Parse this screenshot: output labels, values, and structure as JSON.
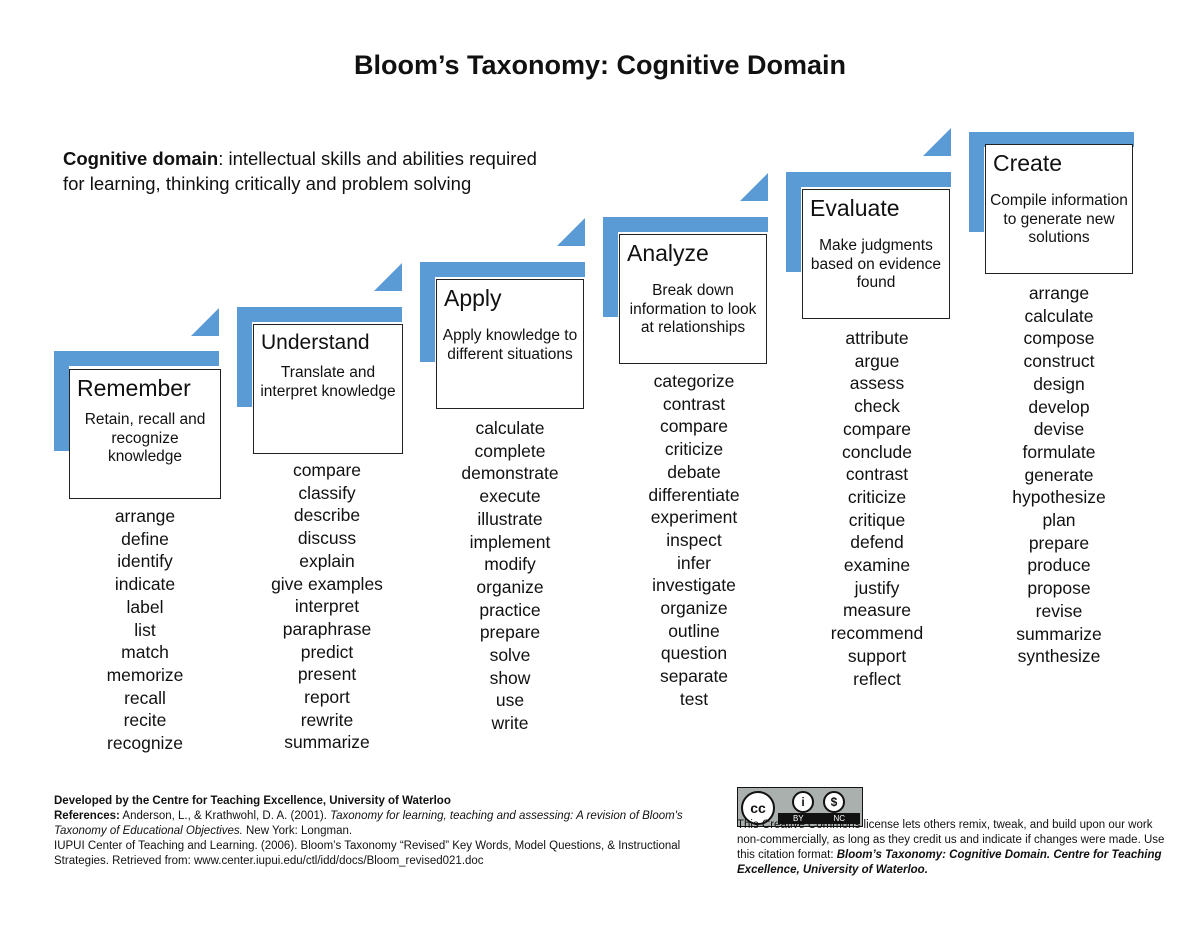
{
  "title": "Bloom’s Taxonomy: Cognitive Domain",
  "intro": {
    "term": "Cognitive domain",
    "text": ": intellectual skills and abilities required for learning, thinking critically and problem solving"
  },
  "colors": {
    "accent": "#5b9bd5",
    "box_border": "#222222",
    "text": "#111111"
  },
  "levels": [
    {
      "name": "Remember",
      "description": "Retain, recall and recognize knowledge",
      "verbs": [
        "arrange",
        "define",
        "identify",
        "indicate",
        "label",
        "list",
        "match",
        "memorize",
        "recall",
        "recite",
        "recognize"
      ]
    },
    {
      "name": "Understand",
      "description": "Translate and interpret knowledge",
      "verbs": [
        "compare",
        "classify",
        "describe",
        "discuss",
        "explain",
        "give examples",
        "interpret",
        "paraphrase",
        "predict",
        "present",
        "report",
        "rewrite",
        "summarize"
      ]
    },
    {
      "name": "Apply",
      "description": "Apply knowledge to different situations",
      "verbs": [
        "calculate",
        "complete",
        "demonstrate",
        "execute",
        "illustrate",
        "implement",
        "modify",
        "organize",
        "practice",
        "prepare",
        "solve",
        "show",
        "use",
        "write"
      ]
    },
    {
      "name": "Analyze",
      "description": "Break down information to look at relationships",
      "verbs": [
        "categorize",
        "contrast",
        "compare",
        "criticize",
        "debate",
        "differentiate",
        "experiment",
        "inspect",
        "infer",
        "investigate",
        "organize",
        "outline",
        "question",
        "separate",
        "test"
      ]
    },
    {
      "name": "Evaluate",
      "description": "Make judgments based on evidence found",
      "verbs": [
        "attribute",
        "argue",
        "assess",
        "check",
        "compare",
        "conclude",
        "contrast",
        "criticize",
        "critique",
        "defend",
        "examine",
        "justify",
        "measure",
        "recommend",
        "support",
        "reflect"
      ]
    },
    {
      "name": "Create",
      "description": "Compile information to generate new solutions",
      "verbs": [
        "arrange",
        "calculate",
        "compose",
        "construct",
        "design",
        "develop",
        "devise",
        "formulate",
        "generate",
        "hypothesize",
        "plan",
        "prepare",
        "produce",
        "propose",
        "revise",
        "summarize",
        "synthesize"
      ]
    }
  ],
  "footer": {
    "developed_by": "Developed by the Centre for Teaching Excellence, University of Waterloo",
    "references_label": "References:",
    "ref1_authors": " Anderson, L., & Krathwohl, D. A. (2001). ",
    "ref1_title": "Taxonomy for learning, teaching and assessing: A revision of Bloom's Taxonomy of Educational Objectives.",
    "ref1_publisher": " New York: Longman.",
    "ref2": "IUPUI Center of Teaching and Learning. (2006). Bloom’s Taxonomy “Revised” Key Words, Model Questions, & Instructional Strategies. Retrieved from: www.center.iupui.edu/ctl/idd/docs/Bloom_revised021.doc",
    "cc_text": "This Creative Commons license lets others remix, tweak, and build upon our work non-commercially, as long as they credit us and indicate if changes were made. Use this citation format: ",
    "cc_citation": "Bloom’s Taxonomy: Cognitive Domain. Centre for Teaching Excellence, University of Waterloo.",
    "cc_badge": {
      "main": "cc",
      "by": "BY",
      "nc": "NC"
    }
  }
}
